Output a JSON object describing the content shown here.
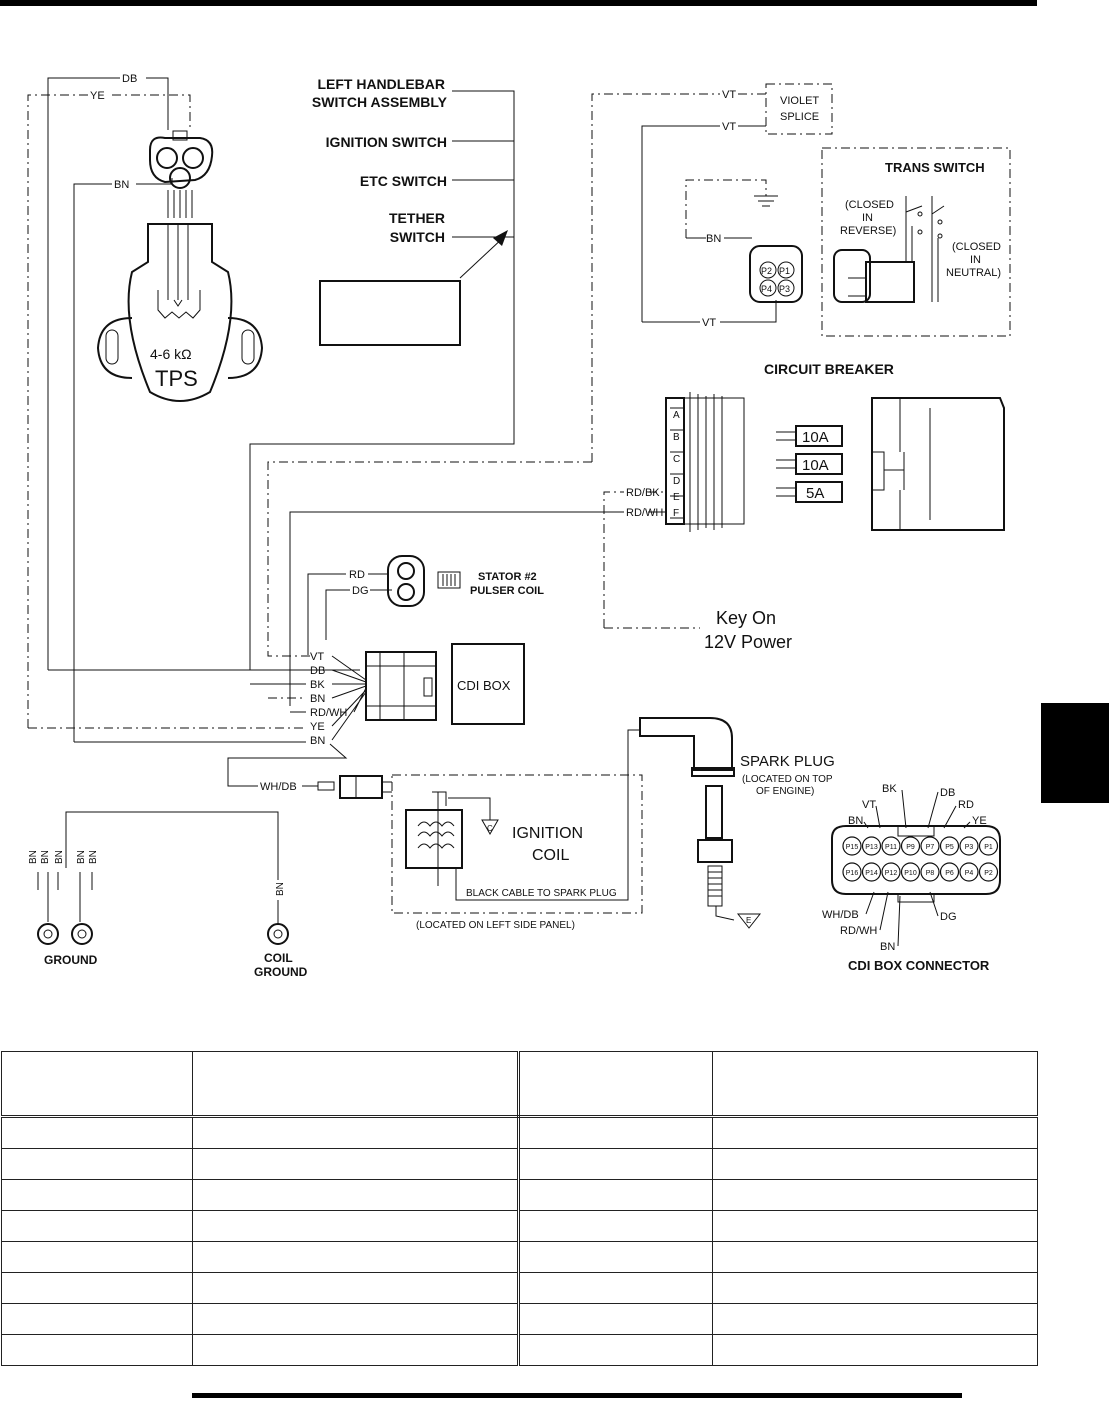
{
  "labels": {
    "left_handlebar": [
      "LEFT HANDLEBAR",
      "SWITCH ASSEMBLY"
    ],
    "ignition_switch": "IGNITION SWITCH",
    "etc_switch": "ETC SWITCH",
    "tether_switch": [
      "TETHER",
      "SWITCH"
    ],
    "tps_resistance": "4-6 kΩ",
    "tps": "TPS",
    "violet_splice": [
      "VIOLET",
      "SPLICE"
    ],
    "trans_switch": "TRANS SWITCH",
    "closed_reverse": [
      "(CLOSED",
      "IN",
      "REVERSE)"
    ],
    "closed_neutral": [
      "(CLOSED",
      "IN",
      "NEUTRAL)"
    ],
    "circuit_breaker": "CIRCUIT BREAKER",
    "fuses": [
      "10A",
      "10A",
      "5A"
    ],
    "breaker_pins": [
      "A",
      "B",
      "C",
      "D",
      "E",
      "F"
    ],
    "trans_pins": [
      "P2",
      "P1",
      "P4",
      "P3"
    ],
    "key_on": [
      "Key On",
      "12V Power"
    ],
    "stator": [
      "STATOR #2",
      "PULSER COIL"
    ],
    "cdi_box": "CDI BOX",
    "spark_plug": "SPARK PLUG",
    "spark_plug_location": [
      "(LOCATED ON TOP",
      "OF ENGINE)"
    ],
    "ignition_coil": [
      "IGNITION",
      "COIL"
    ],
    "black_cable": "BLACK CABLE TO SPARK PLUG",
    "left_side_panel": "(LOCATED ON LEFT SIDE PANEL)",
    "ground": "GROUND",
    "coil_ground": [
      "COIL",
      "GROUND"
    ],
    "cdi_box_connector": "CDI BOX CONNECTOR",
    "ground_symbol_c": "C",
    "ground_symbol_e": "E"
  },
  "wires": {
    "db": "DB",
    "ye": "YE",
    "bn": "BN",
    "vt": "VT",
    "rd": "RD",
    "dg": "DG",
    "bk": "BK",
    "rd_bk": "RD/BK",
    "rd_wh": "RD/WH",
    "wh_db": "WH/DB"
  },
  "cdi_wires": [
    "VT",
    "DB",
    "BK",
    "BN",
    "RD/WH",
    "YE",
    "BN"
  ],
  "ground_wires": [
    "BN",
    "BN",
    "BN",
    "BN",
    "BN"
  ],
  "cdi_connector": {
    "top_row": [
      "P15",
      "P13",
      "P11",
      "P9",
      "P7",
      "P5",
      "P3",
      "P1"
    ],
    "bottom_row": [
      "P16",
      "P14",
      "P12",
      "P10",
      "P8",
      "P6",
      "P4",
      "P2"
    ],
    "top_labels": [
      "BN",
      "VT",
      "BK",
      "DB",
      "RD",
      "YE"
    ],
    "bottom_labels": [
      "WH/DB",
      "RD/WH",
      "BN",
      "DG"
    ]
  },
  "table": {
    "rows": 8
  }
}
